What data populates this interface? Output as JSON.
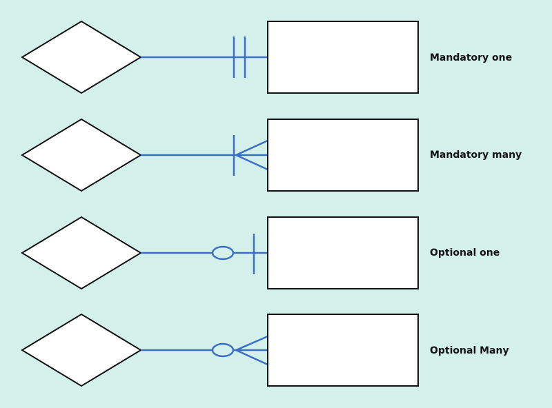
{
  "colors": {
    "background": "#d4f0eb",
    "line": "#3a6fc4",
    "shape_stroke": "#111111",
    "shape_fill": "#ffffff",
    "label": "#111111"
  },
  "rows": [
    {
      "label": "Mandatory one",
      "notation": "mandatory-one"
    },
    {
      "label": "Mandatory many",
      "notation": "mandatory-many"
    },
    {
      "label": "Optional one",
      "notation": "optional-one"
    },
    {
      "label": "Optional Many",
      "notation": "optional-many"
    }
  ]
}
